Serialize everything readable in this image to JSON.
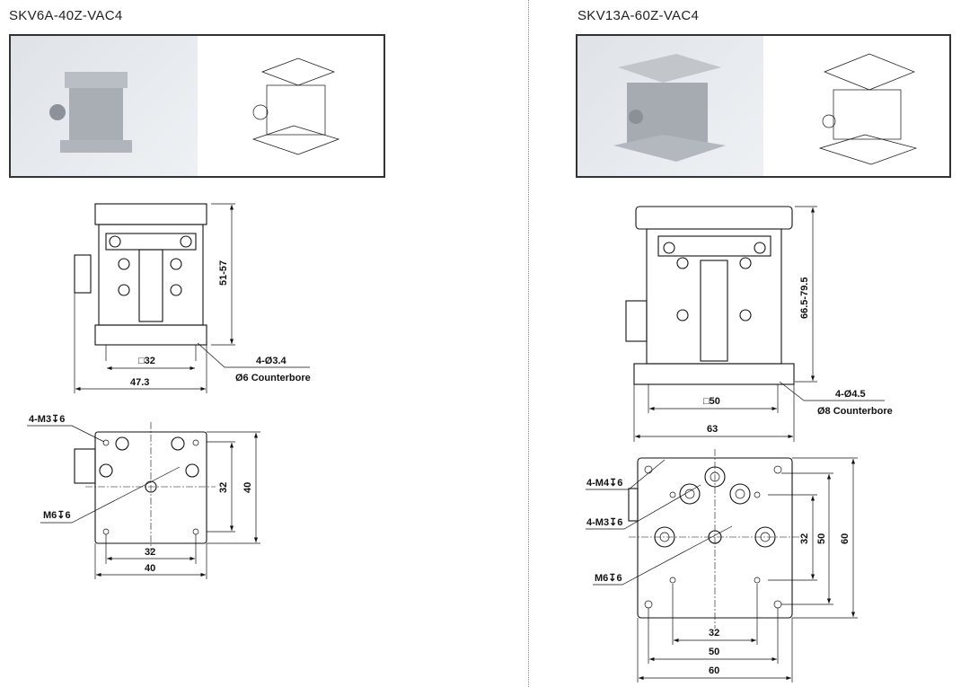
{
  "left": {
    "title": "SKV6A-40Z-VAC4",
    "front": {
      "height": "51-57",
      "mount_square": "□32",
      "width": "47.3",
      "hole_spec": "4-Ø3.4",
      "counterbore": "Ø6 Counterbore"
    },
    "top": {
      "thread_a": "4-M3↧6",
      "center": "M6↧6",
      "v_inner": "32",
      "v_outer": "40",
      "h_inner": "32",
      "h_outer": "40"
    }
  },
  "right": {
    "title": "SKV13A-60Z-VAC4",
    "front": {
      "height": "66.5-79.5",
      "mount_square": "□50",
      "width": "63",
      "hole_spec": "4-Ø4.5",
      "counterbore": "Ø8 Counterbore"
    },
    "top": {
      "thread_a": "4-M4↧6",
      "thread_b": "4-M3↧6",
      "center": "M6↧6",
      "v_inner": "32",
      "v_mid": "50",
      "v_outer": "60",
      "h_inner": "32",
      "h_mid": "50",
      "h_outer": "60"
    }
  }
}
